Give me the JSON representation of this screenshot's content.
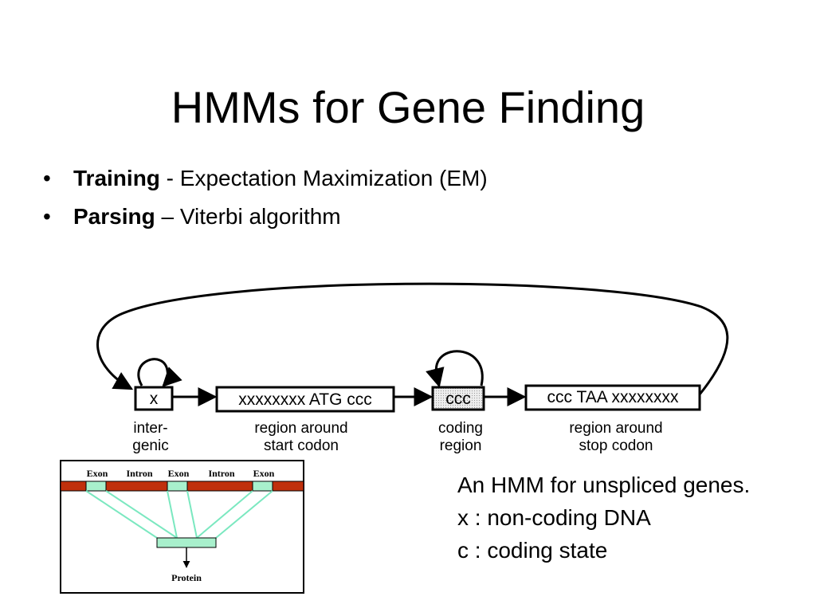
{
  "slide": {
    "title": "HMMs for Gene Finding",
    "bullets": [
      {
        "term": "Training",
        "rest": " - Expectation Maximization (EM)"
      },
      {
        "term": "Parsing",
        "rest": " – Viterbi algorithm"
      }
    ]
  },
  "hmm": {
    "states": [
      {
        "box": "x",
        "label": [
          "inter-",
          "genic"
        ]
      },
      {
        "box": "xxxxxxxx ATG ccc",
        "label": [
          "region around",
          "start codon"
        ]
      },
      {
        "box": "ccc",
        "label": [
          "coding",
          "region"
        ]
      },
      {
        "box": "ccc TAA xxxxxxxx",
        "label": [
          "region around",
          "stop codon"
        ]
      }
    ]
  },
  "gene_structure": {
    "segments": [
      "Exon",
      "Intron",
      "Exon",
      "Intron",
      "Exon"
    ],
    "product": "Protein",
    "colors": {
      "dna": "#c0300c",
      "exon": "#a8f0cc",
      "connector": "#7be8c0"
    }
  },
  "caption": {
    "lines": [
      "An HMM for unspliced genes.",
      "x : non-coding DNA",
      "c : coding state"
    ]
  }
}
